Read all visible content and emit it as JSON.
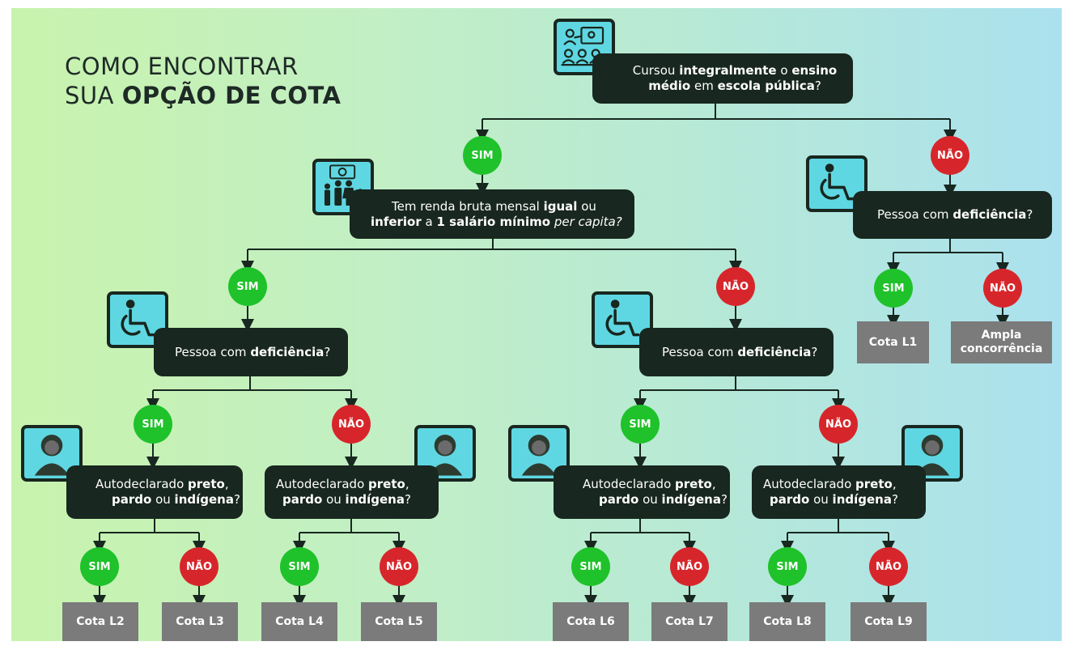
{
  "title": {
    "line1": "COMO ENCONTRAR",
    "line2_normal": "SUA ",
    "line2_bold": "OPÇÃO DE COTA"
  },
  "questions": {
    "q_escola": {
      "l1_a": "Cursou ",
      "l1_b": "integralmente",
      "l1_c": " o ",
      "l1_d": "ensino",
      "l2_a": "médio",
      "l2_b": " em ",
      "l2_c": "escola pública",
      "l2_d": "?"
    },
    "q_renda": {
      "l1_a": "Tem renda bruta mensal ",
      "l1_b": "igual",
      "l1_c": " ou",
      "l2_a": "inferior",
      "l2_b": " a ",
      "l2_c": "1 salário mínimo",
      "l2_d": " per capita?"
    },
    "q_deficiencia": {
      "a": "Pessoa com ",
      "b": "deficiência",
      "c": "?"
    },
    "q_autodeclarado": {
      "l1_a": "Autodeclarado ",
      "l1_b": "preto",
      "l1_c": ",",
      "l2_a": "pardo",
      "l2_b": " ou ",
      "l2_c": "indígena",
      "l2_d": "?"
    }
  },
  "answers": {
    "sim": "SIM",
    "nao": "NÃO"
  },
  "results": {
    "l1": "Cota L1",
    "ampla_1": "Ampla",
    "ampla_2": "concorrência",
    "l2": "Cota L2",
    "l3": "Cota L3",
    "l4": "Cota L4",
    "l5": "Cota L5",
    "l6": "Cota L6",
    "l7": "Cota L7",
    "l8": "Cota L8",
    "l9": "Cota L9"
  },
  "colors": {
    "sim": "#1fc22a",
    "nao": "#d7262b",
    "box": "#18271f",
    "icon": "#5fd7e2",
    "result": "#7b7b7b"
  },
  "icons": [
    "classroom-icon",
    "family-money-icon",
    "wheelchair-icon",
    "person-avatar-icon"
  ]
}
